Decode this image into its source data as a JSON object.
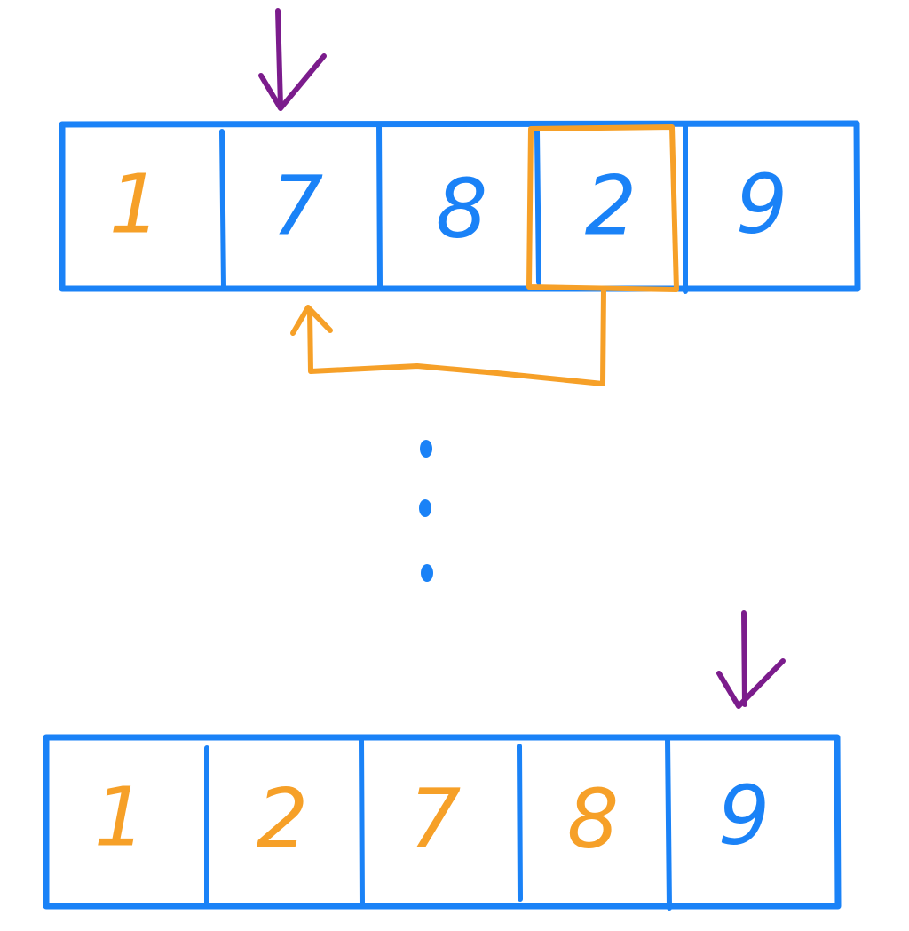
{
  "colors": {
    "array_border": "#1a82f7",
    "sorted": "#f6a028",
    "unsorted": "#1a82f7",
    "pointer_arrow": "#7b1c8c",
    "move_arrow": "#f6a028"
  },
  "top_array": {
    "cells": [
      {
        "value": "1",
        "color": "#f6a028"
      },
      {
        "value": "7",
        "color": "#1a82f7"
      },
      {
        "value": "8",
        "color": "#1a82f7"
      },
      {
        "value": "2",
        "color": "#1a82f7"
      },
      {
        "value": "9",
        "color": "#1a82f7"
      }
    ],
    "pointer_index": 1,
    "highlighted_index": 3,
    "move_from_index": 3,
    "move_to_index": 1
  },
  "bottom_array": {
    "cells": [
      {
        "value": "1",
        "color": "#f6a028"
      },
      {
        "value": "2",
        "color": "#f6a028"
      },
      {
        "value": "7",
        "color": "#f6a028"
      },
      {
        "value": "8",
        "color": "#f6a028"
      },
      {
        "value": "9",
        "color": "#1a82f7"
      }
    ],
    "pointer_index": 4
  },
  "ellipsis_icon": "vertical-ellipsis"
}
